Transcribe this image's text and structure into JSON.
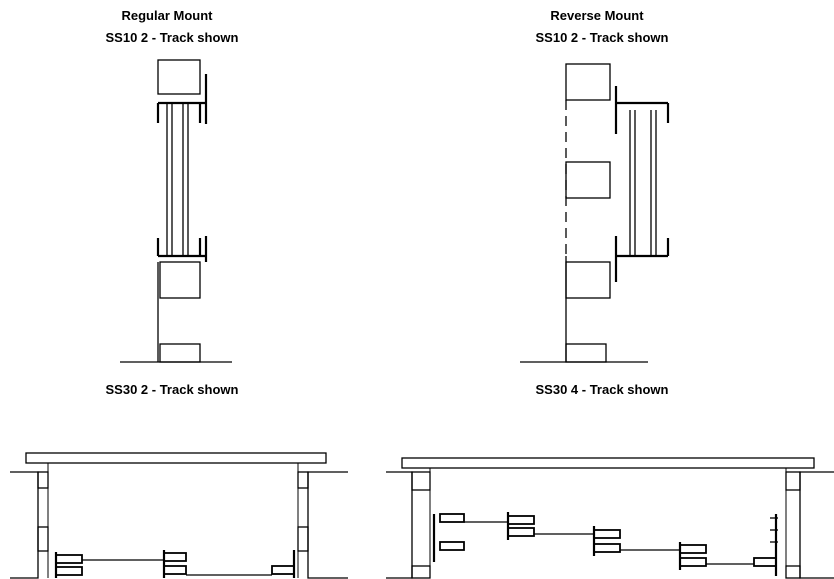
{
  "panels": {
    "top_left": {
      "title": "Regular Mount",
      "subtitle": "SS10 2 - Track shown"
    },
    "top_right": {
      "title": "Reverse Mount",
      "subtitle": "SS10 2 - Track shown"
    },
    "bottom_left": {
      "caption": "SS30 2 - Track shown"
    },
    "bottom_right": {
      "caption": "SS30 4 - Track shown"
    }
  }
}
